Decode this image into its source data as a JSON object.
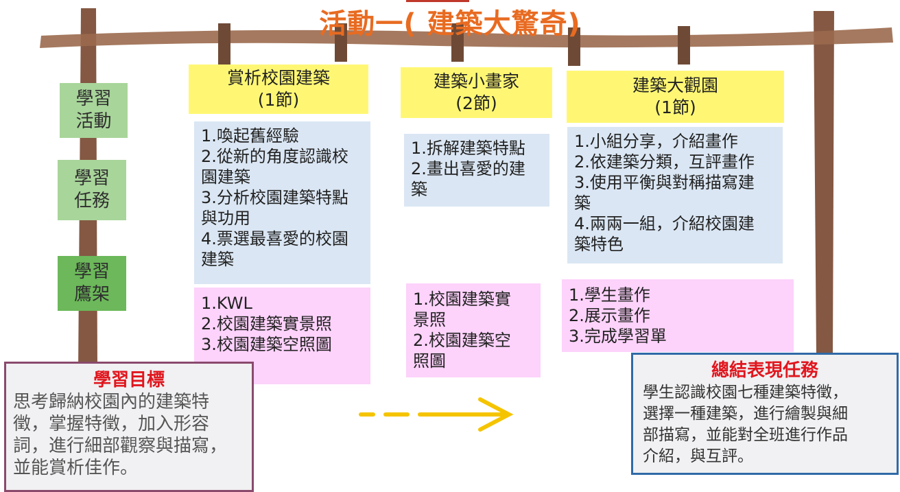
{
  "title": {
    "text": "活動一( 建築大驚奇)"
  },
  "side_labels": [
    {
      "line1": "學習",
      "line2": "活動"
    },
    {
      "line1": "學習",
      "line2": "任務"
    },
    {
      "line1": "學習",
      "line2": "鷹架"
    }
  ],
  "columns": [
    {
      "activity": {
        "name": "賞析校園建築",
        "sessions": "(1節)"
      },
      "tasks": [
        "1.喚起舊經驗",
        "2.從新的角度認識校",
        "園建築",
        "3.分析校園建築特點",
        "與功用",
        "4.票選最喜愛的校園",
        "建築"
      ],
      "scaffolds": [
        "1.KWL",
        "2.校園建築實景照",
        "3.校園建築空照圖"
      ]
    },
    {
      "activity": {
        "name": "建築小畫家",
        "sessions": "(2節)"
      },
      "tasks": [
        "1.拆解建築特點",
        "2.畫出喜愛的建",
        "築"
      ],
      "scaffolds": [
        "1.校園建築實",
        "景照",
        "2.校園建築空",
        "照圖"
      ]
    },
    {
      "activity": {
        "name": "建築大觀園",
        "sessions": "(1節)"
      },
      "tasks": [
        "1.小組分享，介紹畫作",
        "2.依建築分類，互評畫作",
        "3.使用平衡與對稱描寫建",
        "築",
        "4.兩兩一組，介紹校園建",
        "築特色"
      ],
      "scaffolds": [
        "1.學生畫作",
        "2.展示畫作",
        "3.完成學習單"
      ]
    }
  ],
  "learning_goal": {
    "title": "學習目標",
    "lines": [
      "思考歸納校園內的建築特",
      "徵，掌握特徵，加入形容",
      "詞，進行細部觀察與描寫，",
      "並能賞析佳作。"
    ]
  },
  "summary_task": {
    "title": "總結表現任務",
    "lines": [
      "學生認識校園七種建築特徵，",
      "選擇一種建築，進行繪製與細",
      "部描寫，並能對全班進行作品",
      "介紹，與互評。"
    ]
  },
  "colors": {
    "wood": "#8b5a3c",
    "title": "#e86b21",
    "label_green": "#a8d59a",
    "label_green_dark": "#6cb85a",
    "yellow": "#fff774",
    "blue": "#dae6f3",
    "pink": "#fdd2fb",
    "arrow": "#f5c400",
    "goal_border": "#8a4a6c",
    "summary_border": "#2f6aa7",
    "red_heading": "#e0161e"
  }
}
